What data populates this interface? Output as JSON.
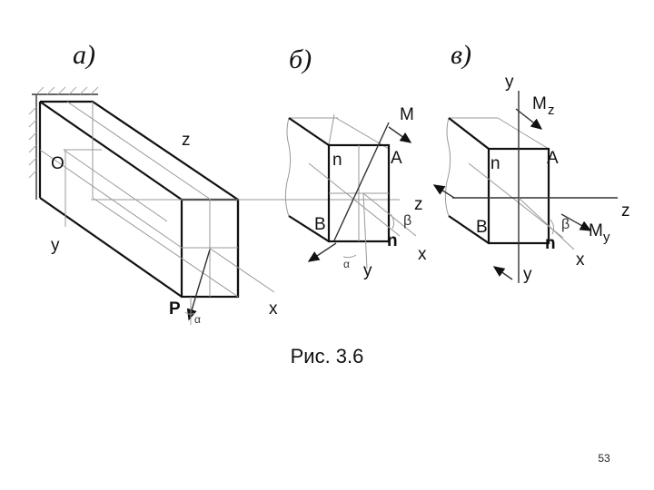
{
  "panel_labels": {
    "a": "а)",
    "b": "б)",
    "c": "в)"
  },
  "fig_a": {
    "O": "O",
    "z": "z",
    "y": "y",
    "x": "x",
    "P": "P",
    "alpha": "α"
  },
  "fig_b": {
    "M": "M",
    "n_top": "n",
    "A": "A",
    "z": "z",
    "beta": "β",
    "B": "B",
    "n_bot": "n",
    "x": "x",
    "y": "y",
    "alpha": "α"
  },
  "fig_c": {
    "y_top": "y",
    "Mz": "M",
    "Mz_sub": "z",
    "n_top": "n",
    "A": "A",
    "z": "z",
    "B": "B",
    "n_bot": "n",
    "beta": "β",
    "My": "M",
    "My_sub": "y",
    "x": "x",
    "y_bot": "y"
  },
  "caption": "Рис. 3.6",
  "page_number": "53"
}
